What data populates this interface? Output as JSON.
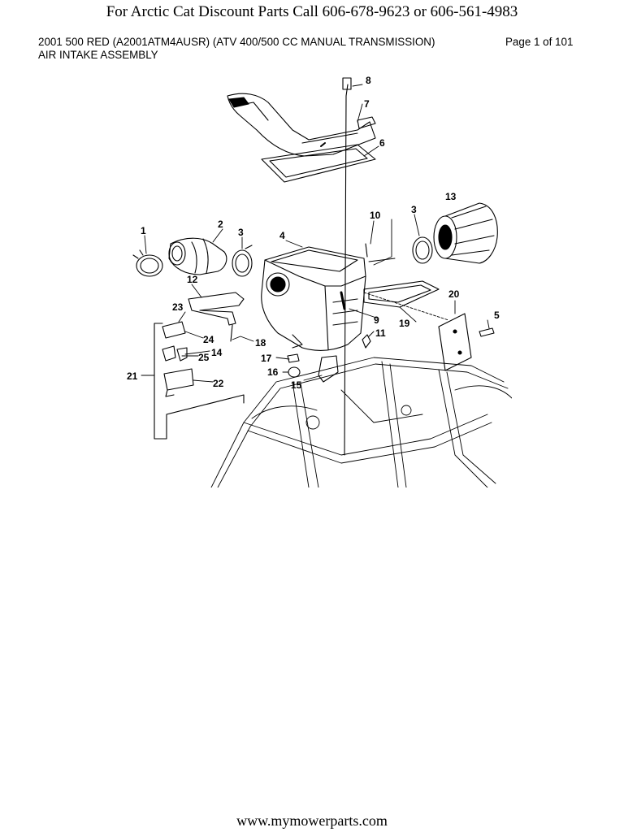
{
  "banner": "For Arctic Cat Discount Parts Call 606-678-9623 or 606-561-4983",
  "header": {
    "model_line": "2001 500 RED (A2001ATM4AUSR) (ATV 400/500 CC MANUAL TRANSMISSION)",
    "page_label": "Page 1 of 101",
    "section_title": "AIR INTAKE ASSEMBLY"
  },
  "diagram": {
    "callouts": {
      "c1": "1",
      "c2": "2",
      "c3a": "3",
      "c3b": "3",
      "c4": "4",
      "c5": "5",
      "c6": "6",
      "c7": "7",
      "c8": "8",
      "c9": "9",
      "c10": "10",
      "c11": "11",
      "c12": "12",
      "c13": "13",
      "c14": "14",
      "c15": "15",
      "c16": "16",
      "c17": "17",
      "c18": "18",
      "c19": "19",
      "c20": "20",
      "c21": "21",
      "c22": "22",
      "c23": "23",
      "c24": "24",
      "c25": "25"
    }
  },
  "footer": "www.mymowerparts.com"
}
